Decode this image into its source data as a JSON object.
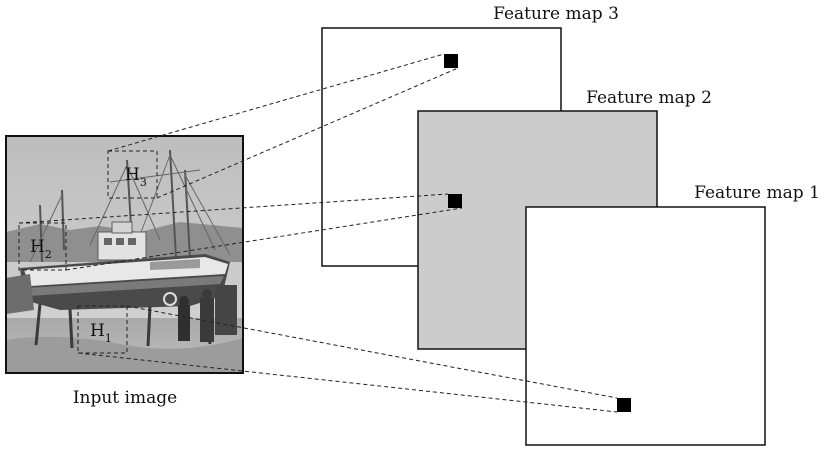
{
  "input_image": {
    "caption": "Input image",
    "content": "grayscale photo of a fishing boat in dry dock"
  },
  "regions": [
    {
      "id": "H1",
      "letter": "H",
      "subscript": "1",
      "target_map": "feature-map-1"
    },
    {
      "id": "H2",
      "letter": "H",
      "subscript": "2",
      "target_map": "feature-map-2"
    },
    {
      "id": "H3",
      "letter": "H",
      "subscript": "3",
      "target_map": "feature-map-3"
    }
  ],
  "feature_maps": [
    {
      "id": "feature-map-3",
      "label": "Feature map 3",
      "fill": "#ffffff"
    },
    {
      "id": "feature-map-2",
      "label": "Feature map 2",
      "fill": "#cccccc"
    },
    {
      "id": "feature-map-1",
      "label": "Feature map 1",
      "fill": "#ffffff"
    }
  ],
  "colors": {
    "stroke": "#111111",
    "shaded_map": "#cccccc",
    "activation_square": "#000000"
  }
}
